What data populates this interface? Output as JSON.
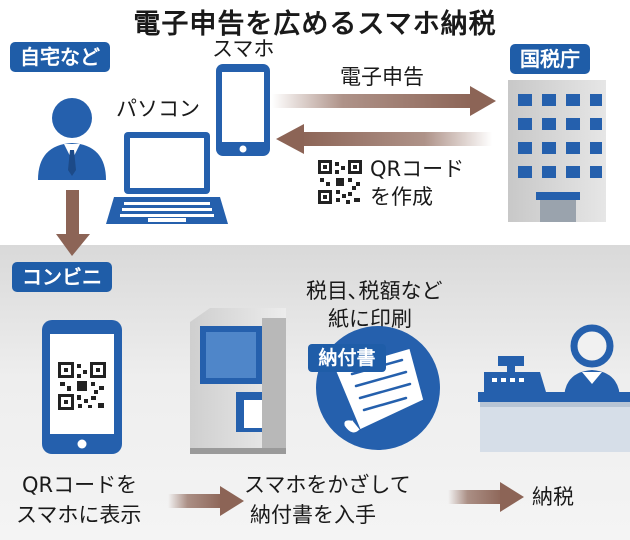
{
  "title": "電子申告を広めるスマホ納税",
  "tags": {
    "home": "自宅など",
    "tax_office": "国税庁",
    "convenience_store": "コンビニ"
  },
  "labels": {
    "smartphone": "スマホ",
    "pc": "パソコン",
    "e_filing": "電子申告",
    "qr_line1": "QRコード",
    "qr_line2": "を作成",
    "print_line1": "税目､税額など",
    "print_line2": "紙に印刷",
    "payment_slip": "納付書"
  },
  "steps": {
    "step1_line1": "QRコードを",
    "step1_line2": "スマホに表示",
    "step2_line1": "スマホをかざして",
    "step2_line2": "納付書を入手",
    "step3": "納税"
  },
  "colors": {
    "tag_blue": "#1f5da8",
    "icon_blue": "#2560ad",
    "arrow_brown": "#8c6456",
    "band_gray": "#e0e0e0"
  },
  "icons": [
    "person-icon",
    "smartphone-icon",
    "laptop-icon",
    "building-icon",
    "qr-code-icon",
    "kiosk-terminal-icon",
    "payment-slip-icon",
    "cashier-icon",
    "cash-register-icon"
  ]
}
